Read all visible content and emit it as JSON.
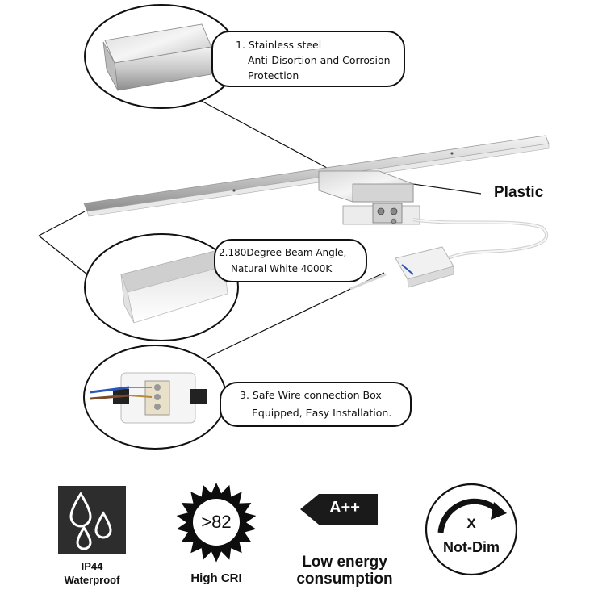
{
  "callouts": {
    "stainless": {
      "line1": "1. Stainless steel",
      "line2": "Anti-Disortion and Corrosion",
      "line3": "Protection"
    },
    "beam": {
      "line1": "2.180Degree Beam Angle,",
      "line2": "Natural White 4000K"
    },
    "wire": {
      "line1": "3. Safe Wire connection Box",
      "line2": "Equipped, Easy Installation."
    }
  },
  "plastic_label": "Plastic",
  "badges": {
    "ip44": {
      "line1": "IP44",
      "line2": "Waterproof"
    },
    "cri": {
      "value": ">82",
      "label": "High CRI"
    },
    "energy": {
      "value": "A++",
      "line1": "Low energy",
      "line2": "consumption"
    },
    "notdim": {
      "mark": "X",
      "label": "Not-Dim"
    }
  }
}
